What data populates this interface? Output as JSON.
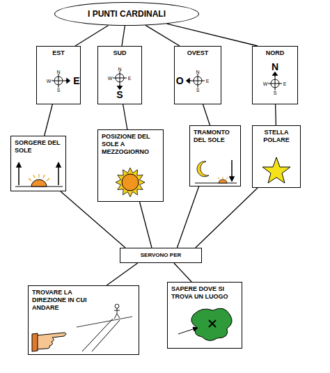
{
  "diagram": {
    "nodes": [
      {
        "text": [
          "I PUNTI CARDINALI"
        ]
      },
      {
        "text": [
          "EST"
        ]
      },
      {
        "text": [
          "SUD"
        ]
      },
      {
        "text": [
          "OVEST"
        ]
      },
      {
        "text": [
          "NORD"
        ]
      },
      {
        "text": [
          "SORGERE DEL SOLE"
        ]
      },
      {
        "text": [
          "POSIZIONE DEL SOLE A MEZZOGIORNO"
        ]
      },
      {
        "text": [
          "TRAMONTO DEL SOLE"
        ]
      },
      {
        "text": [
          "STELLA POLARE"
        ]
      },
      {
        "text": [
          "SERVONO PER"
        ]
      },
      {
        "text": [
          "TROVARE LA DIREZIONE IN CUI ANDARE"
        ]
      },
      {
        "text": [
          "SAPERE DOVE SI TROVA UN LUOGO"
        ]
      }
    ],
    "edges": [
      {
        "from": 0,
        "to": 1,
        "arrow": "none"
      },
      {
        "from": 0,
        "to": 2,
        "arrow": "none"
      },
      {
        "from": 0,
        "to": 3,
        "arrow": "none"
      },
      {
        "from": 0,
        "to": 4,
        "arrow": "none"
      },
      {
        "from": 1,
        "to": 5,
        "arrow": "none"
      },
      {
        "from": 2,
        "to": 6,
        "arrow": "none"
      },
      {
        "from": 3,
        "to": 7,
        "arrow": "none"
      },
      {
        "from": 4,
        "to": 8,
        "arrow": "none"
      },
      {
        "from": 5,
        "to": 9,
        "arrow": "none"
      },
      {
        "from": 6,
        "to": 9,
        "arrow": "none"
      },
      {
        "from": 7,
        "to": 9,
        "arrow": "none"
      },
      {
        "from": 8,
        "to": 9,
        "arrow": "none"
      },
      {
        "from": 9,
        "to": 10,
        "arrow": "none"
      },
      {
        "from": 9,
        "to": 11,
        "arrow": "none"
      }
    ],
    "labels": [
      "N",
      "W",
      "E",
      "S",
      "N",
      "W",
      "E",
      "S",
      "N",
      "O",
      "E",
      "S",
      "N",
      "W",
      "E",
      "S"
    ]
  }
}
